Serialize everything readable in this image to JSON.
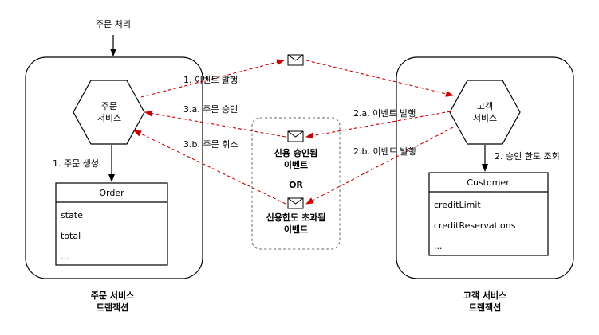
{
  "start_label": "주문 처리",
  "order_service": {
    "name_line1": "주문",
    "name_line2": "서비스",
    "create_label": "1. 주문 생성",
    "entity": {
      "title": "Order",
      "fields": [
        "state",
        "total",
        "..."
      ]
    },
    "transaction_line1": "주문 서비스",
    "transaction_line2": "트랜잭션"
  },
  "customer_service": {
    "name_line1": "고객",
    "name_line2": "서비스",
    "lookup_label": "2. 승인 한도 조회",
    "entity": {
      "title": "Customer",
      "fields": [
        "creditLimit",
        "creditReservations",
        "..."
      ]
    },
    "transaction_line1": "고객 서비스",
    "transaction_line2": "트랜잭션"
  },
  "messages": {
    "publish_1": "1. 이벤트 발행",
    "approve_3a": "3.a. 주문 승인",
    "cancel_3b": "3.b. 주문 취소",
    "publish_2a": "2.a. 이벤트 발행",
    "publish_2b": "2.b. 이벤트 발행"
  },
  "events": {
    "approved_line1": "신용 승인됨",
    "approved_line2": "이벤트",
    "or_label": "OR",
    "exceeded_line1": "신용한도 초과됨",
    "exceeded_line2": "이벤트"
  },
  "colors": {
    "message_arrow": "#cc0000",
    "box_border": "#000000",
    "group_border": "#666666"
  }
}
